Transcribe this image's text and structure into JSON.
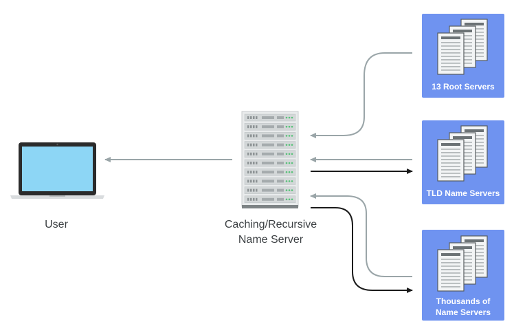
{
  "user": {
    "label": "User"
  },
  "resolver": {
    "label_line1": "Caching/Recursive",
    "label_line2": "Name Server"
  },
  "servers": [
    {
      "id": "root",
      "label_line1": "13 Root Servers",
      "label_line2": ""
    },
    {
      "id": "tld",
      "label_line1": "TLD Name Servers",
      "label_line2": ""
    },
    {
      "id": "authoritative",
      "label_line1": "Thousands of",
      "label_line2": "Name Servers"
    }
  ],
  "colors": {
    "box": "#6f93f0",
    "arrow_gray": "#9aa5a8",
    "arrow_black": "#1a1a1a",
    "laptop_screen": "#8dd6f5",
    "rack_body": "#cfd3d4"
  }
}
